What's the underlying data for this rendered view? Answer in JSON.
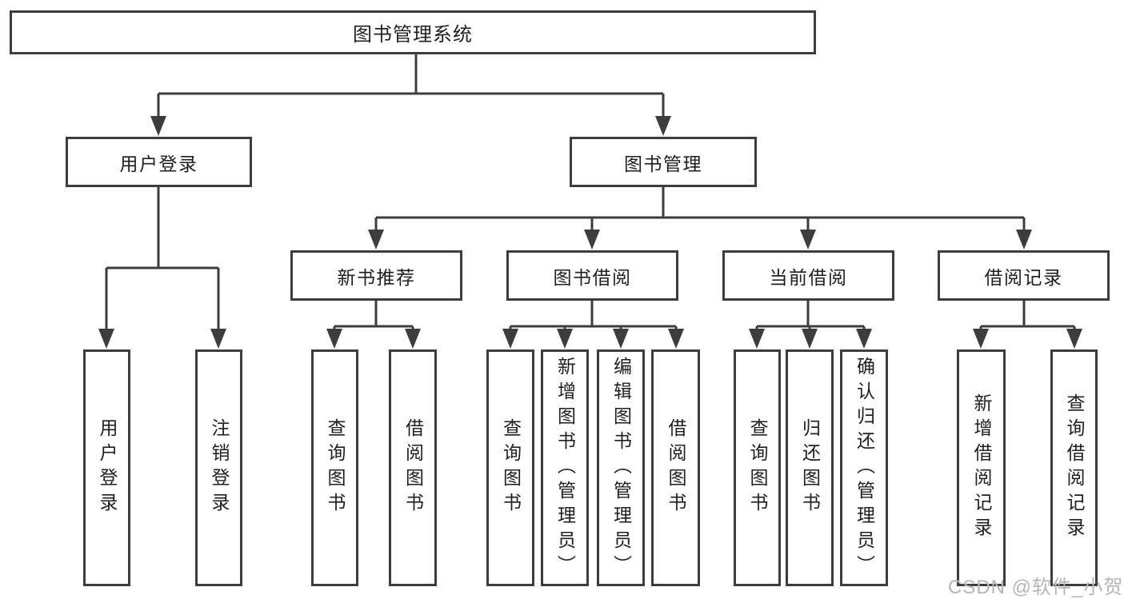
{
  "tree": {
    "root": {
      "label": "图书管理系统"
    },
    "branches": [
      {
        "label": "用户登录",
        "children": [
          {
            "label": "用户登录"
          },
          {
            "label": "注销登录"
          }
        ]
      },
      {
        "label": "图书管理",
        "children": [
          {
            "label": "新书推荐",
            "children": [
              {
                "label": "查询图书"
              },
              {
                "label": "借阅图书"
              }
            ]
          },
          {
            "label": "图书借阅",
            "children": [
              {
                "label": "查询图书"
              },
              {
                "label": "新增图书（管理员）"
              },
              {
                "label": "编辑图书（管理员）"
              },
              {
                "label": "借阅图书"
              }
            ]
          },
          {
            "label": "当前借阅",
            "children": [
              {
                "label": "查询图书"
              },
              {
                "label": "归还图书"
              },
              {
                "label": "确认归还（管理员）"
              }
            ]
          },
          {
            "label": "借阅记录",
            "children": [
              {
                "label": "新增借阅记录"
              },
              {
                "label": "查询借阅记录"
              }
            ]
          }
        ]
      }
    ]
  },
  "watermark": {
    "text": "CSDN @软件_小贺同学"
  },
  "colors": {
    "line": "#3d3d3d",
    "box_border": "#3d3d3d",
    "box_fill": "#ffffff",
    "text": "#1f1f1f",
    "watermark": "#b5b5b5",
    "background": "#ffffff"
  }
}
